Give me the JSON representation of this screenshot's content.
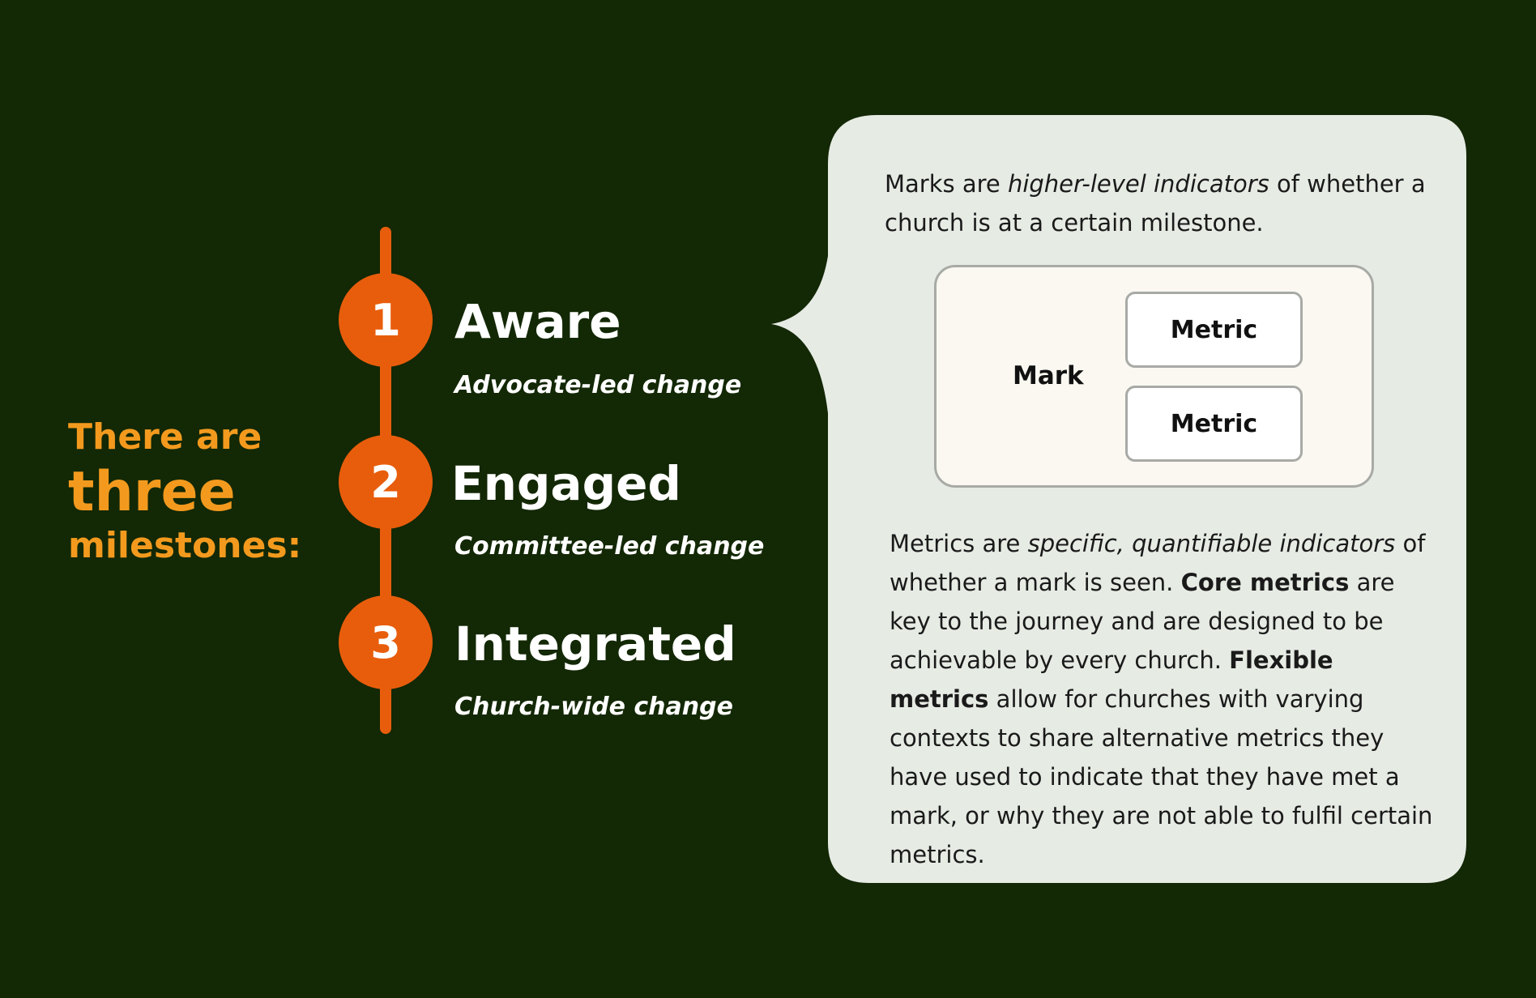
{
  "intro": {
    "line1": "There are",
    "line2": "three",
    "line3": "milestones:"
  },
  "milestones": [
    {
      "number": "1",
      "title": "Aware",
      "subtitle": "Advocate-led change"
    },
    {
      "number": "2",
      "title": "Engaged",
      "subtitle": "Committee-led change"
    },
    {
      "number": "3",
      "title": "Integrated",
      "subtitle": "Church-wide change"
    }
  ],
  "callout": {
    "marks_intro": "Marks are",
    "marks_emph": "higher-level indicators",
    "marks_rest": "of whether a church is at a certain milestone.",
    "diagram": {
      "mark_label": "Mark",
      "metric_labels": [
        "Metric",
        "Metric"
      ]
    },
    "metrics_intro": "Metrics are",
    "metrics_emph": "specific, quantifiable indicators",
    "metrics_rest1": "of whether a mark is seen.",
    "core_label": "Core metrics",
    "core_rest": "are key to the journey and are designed to be achievable by every church.",
    "flex_label": "Flexible metrics",
    "flex_rest": "allow for churches with varying contexts to share alternative metrics they have used to indicate that they have met a mark, or why they are not able to fulfil certain metrics."
  },
  "colors": {
    "background": "#132805",
    "accent_orange": "#e85d0c",
    "heading_orange": "#f39a1e",
    "callout_bg": "#e6ebe4",
    "diagram_bg": "#faf8f1"
  }
}
